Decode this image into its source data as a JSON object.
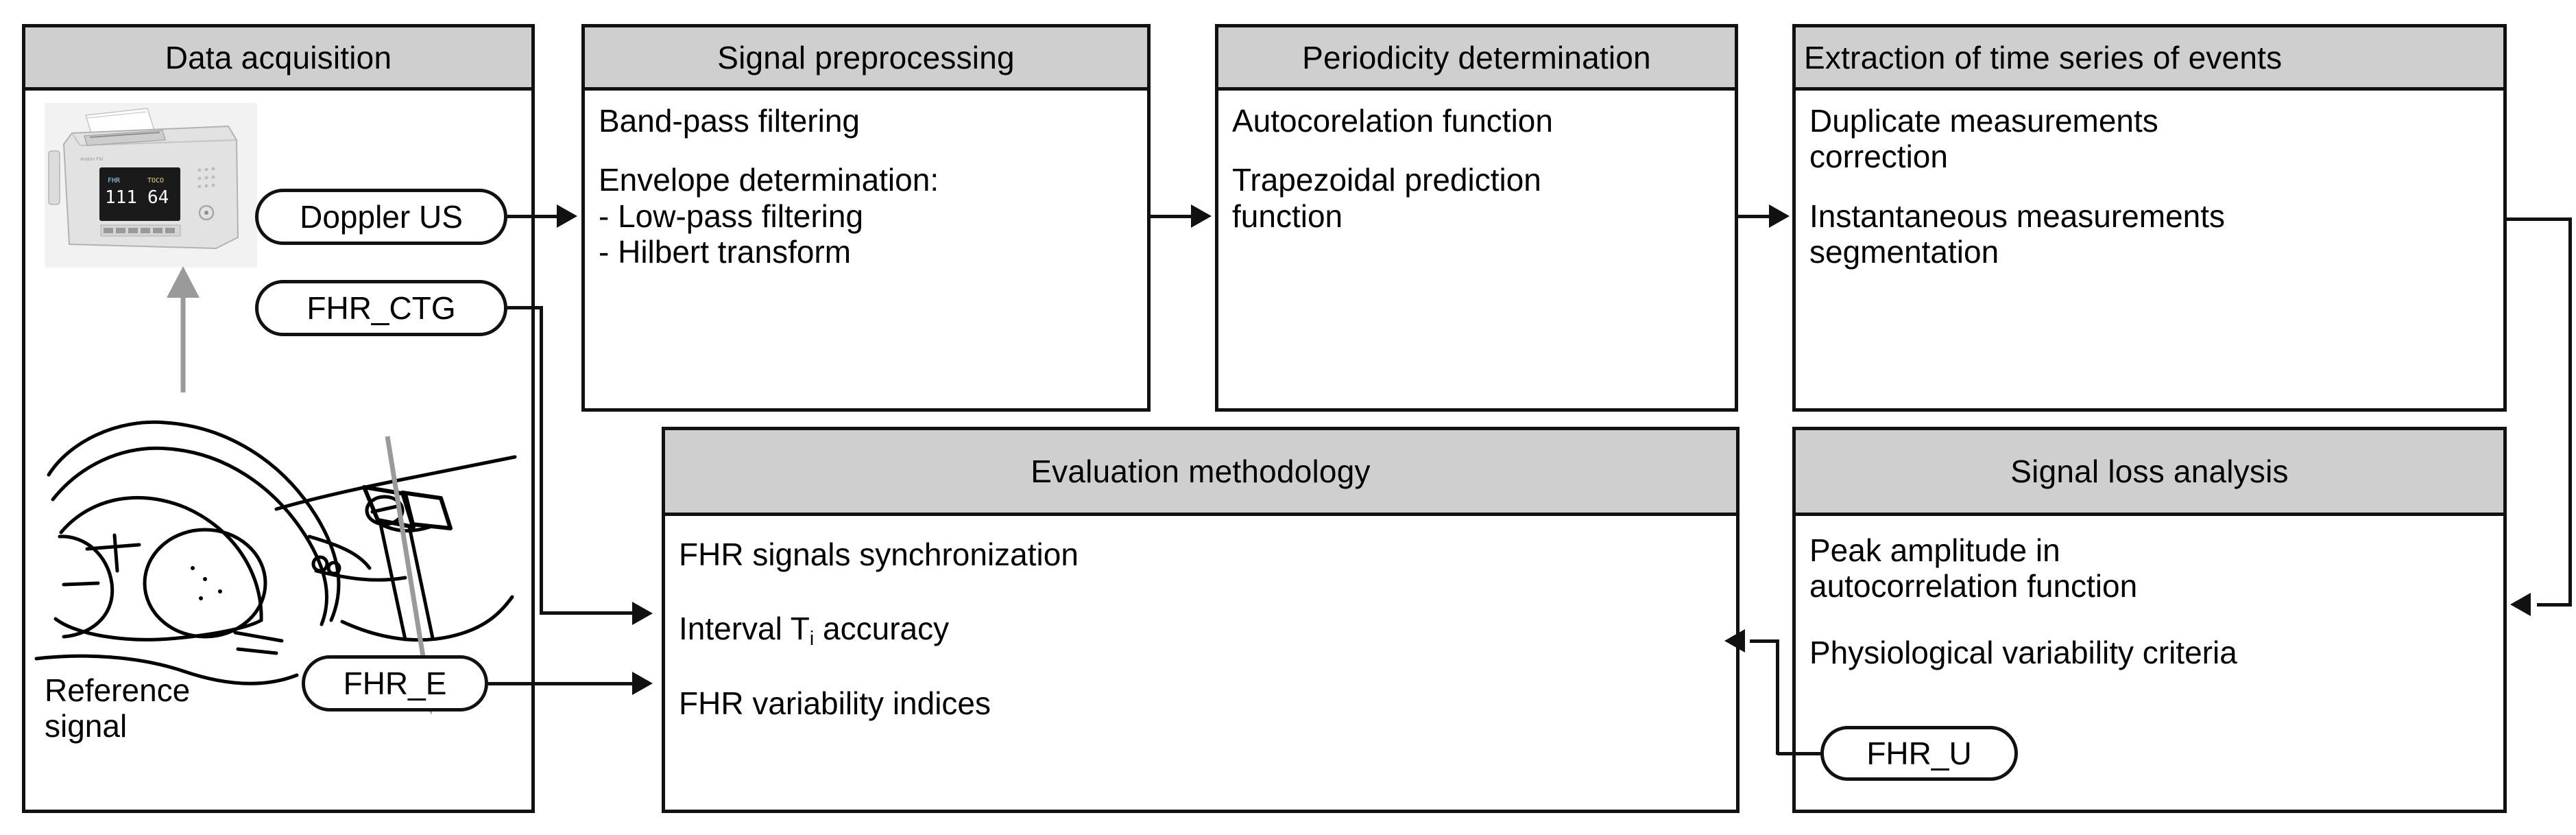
{
  "diagram": {
    "title": "FHR signal acquisition and processing methodology flowchart",
    "theme": {
      "header_fill": "#cfcfcf",
      "body_fill": "#ffffff",
      "stroke": "#111111",
      "grey_arrow": "#9a9a9a"
    },
    "boxes": [
      {
        "id": "data-acquisition",
        "header": "Data acquisition",
        "lines": [],
        "extra_label": "Reference\nsignal"
      },
      {
        "id": "signal-preprocessing",
        "header": "Signal preprocessing",
        "lines": [
          "Band-pass filtering",
          "Envelope determination:",
          "- Low-pass filtering",
          "- Hilbert transform"
        ]
      },
      {
        "id": "periodicity-determination",
        "header": "Periodicity determination",
        "lines": [
          "Autocorelation function",
          "Trapezoidal prediction\nfunction"
        ]
      },
      {
        "id": "extraction-of-time-series",
        "header": "Extraction of time series of events",
        "lines": [
          "Duplicate measurements\ncorrection",
          "Instantaneous measurements\nsegmentation"
        ]
      },
      {
        "id": "evaluation-methodology",
        "header": "Evaluation methodology",
        "lines": [
          "FHR signals synchronization",
          "Interval T<sub>i</sub> accuracy",
          "FHR variability indices"
        ],
        "line_plain": [
          "FHR signals synchronization",
          "Interval Ti accuracy",
          "FHR variability indices"
        ]
      },
      {
        "id": "signal-loss-analysis",
        "header": "Signal loss analysis",
        "lines": [
          "Peak amplitude in\nautocorrelation function",
          "Physiological variability criteria"
        ]
      }
    ],
    "signal_pills": [
      {
        "id": "doppler-us",
        "label": "Doppler US"
      },
      {
        "id": "fhr-ctg",
        "label": "FHR_CTG"
      },
      {
        "id": "fhr-e",
        "label": "FHR_E"
      },
      {
        "id": "fhr-u",
        "label": "FHR_U"
      }
    ],
    "illustration": {
      "monitor_name": "ctg-monitor-photo",
      "monitor_display_values": [
        "111",
        "64"
      ],
      "fetus_name": "fetus-in-utero-illustration",
      "probe_name": "ultrasound-probe"
    }
  }
}
